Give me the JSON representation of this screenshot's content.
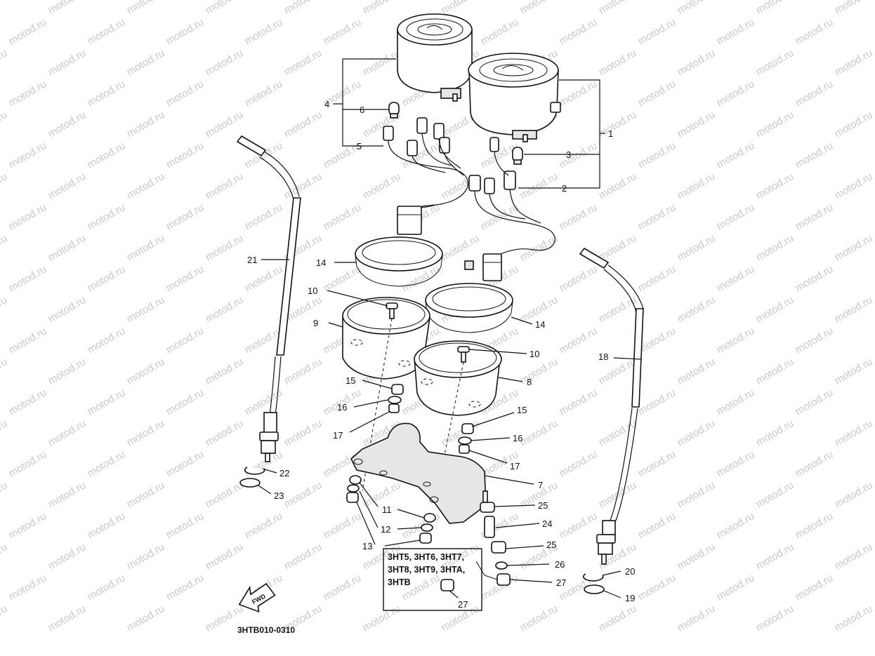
{
  "watermark": "motod.ru",
  "diagram_code": "3HTB010-0310",
  "fwd_label": "FWD",
  "callouts": [
    {
      "id": "c1",
      "text": "1"
    },
    {
      "id": "c2",
      "text": "2"
    },
    {
      "id": "c3",
      "text": "3"
    },
    {
      "id": "c4",
      "text": "4"
    },
    {
      "id": "c5",
      "text": "5"
    },
    {
      "id": "c6",
      "text": "6"
    },
    {
      "id": "c7",
      "text": "7"
    },
    {
      "id": "c8",
      "text": "8"
    },
    {
      "id": "c9",
      "text": "9"
    },
    {
      "id": "c10a",
      "text": "10"
    },
    {
      "id": "c10b",
      "text": "10"
    },
    {
      "id": "c11",
      "text": "11"
    },
    {
      "id": "c12",
      "text": "12"
    },
    {
      "id": "c13",
      "text": "13"
    },
    {
      "id": "c14a",
      "text": "14"
    },
    {
      "id": "c14b",
      "text": "14"
    },
    {
      "id": "c15a",
      "text": "15"
    },
    {
      "id": "c15b",
      "text": "15"
    },
    {
      "id": "c16a",
      "text": "16"
    },
    {
      "id": "c16b",
      "text": "16"
    },
    {
      "id": "c17a",
      "text": "17"
    },
    {
      "id": "c17b",
      "text": "17"
    },
    {
      "id": "c18",
      "text": "18"
    },
    {
      "id": "c19",
      "text": "19"
    },
    {
      "id": "c20",
      "text": "20"
    },
    {
      "id": "c21",
      "text": "21"
    },
    {
      "id": "c22",
      "text": "22"
    },
    {
      "id": "c23",
      "text": "23"
    },
    {
      "id": "c24",
      "text": "24"
    },
    {
      "id": "c25a",
      "text": "25"
    },
    {
      "id": "c25b",
      "text": "25"
    },
    {
      "id": "c26",
      "text": "26"
    },
    {
      "id": "c27a",
      "text": "27"
    },
    {
      "id": "c27b",
      "text": "27"
    }
  ],
  "model_box": {
    "lines": [
      "3HT5, 3HT6, 3HT7,",
      "3HT8, 3HT9, 3HTA,",
      "3HTB"
    ]
  }
}
